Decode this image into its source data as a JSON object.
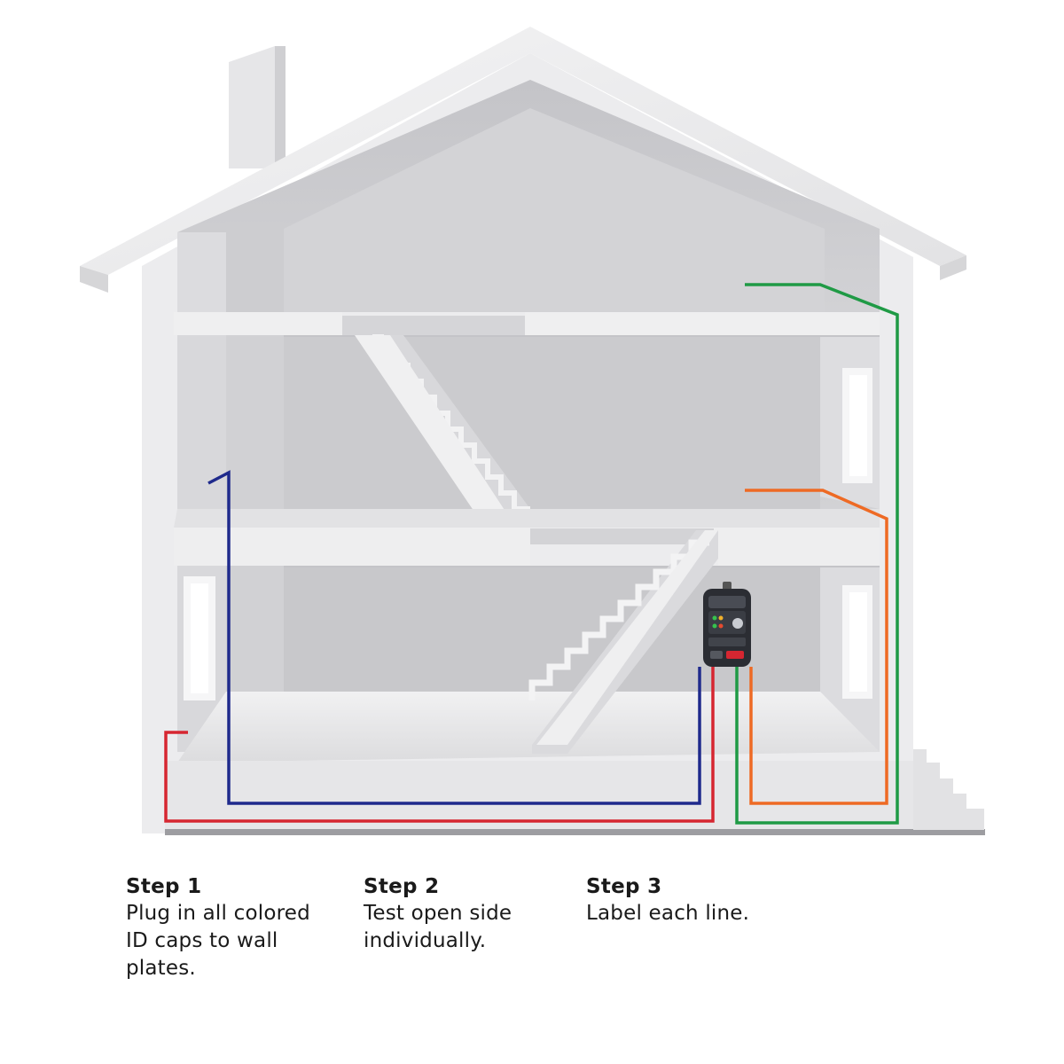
{
  "colors": {
    "red": "#d62631",
    "blue": "#1f2a8c",
    "green": "#1f9a45",
    "orange": "#ee6a24",
    "wall": "#e9e9eb",
    "interior": "#c9c9cc",
    "shadow": "#a9a9ad"
  },
  "steps": [
    {
      "title": "Step 1",
      "text": "Plug in all colored ID caps to wall plates."
    },
    {
      "title": "Step 2",
      "text": "Test open side individually."
    },
    {
      "title": "Step 3",
      "text": "Label each line."
    }
  ]
}
